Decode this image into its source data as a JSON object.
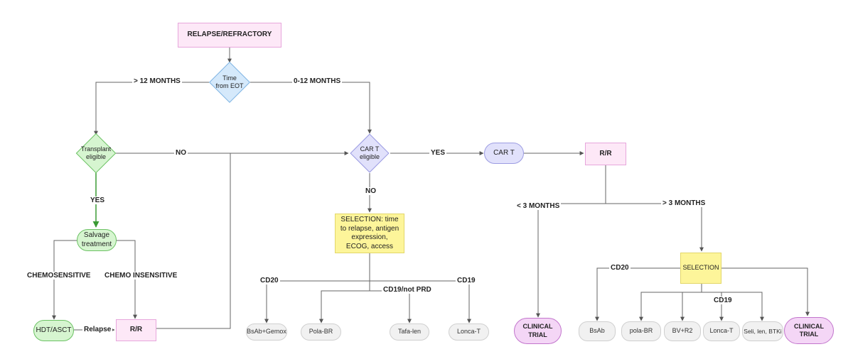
{
  "nodes": {
    "relapse_refractory": "RELAPSE/REFRACTORY",
    "time_from_eot": "Time\nfrom EOT",
    "transplant_eligible": "Transplant\neligible",
    "car_t_eligible": "CAR T\neligible",
    "car_t": "CAR T",
    "rr_top": "R/R",
    "selection_left": "SELECTION: time to relapse, antigen expression, ECOG, access",
    "salvage_treatment": "Salvage\ntreatment",
    "hdt_asct": "HDT/ASCT",
    "rr_bottom": "R/R",
    "bsab_gemox": "BsAb+Gemox",
    "pola_br_left": "Pola-BR",
    "tafa_len": "Tafa-len",
    "lonca_t_left": "Lonca-T",
    "clinical_trial_left": "CLINICAL TRIAL",
    "selection_right": "SELECTION",
    "bsab": "BsAb",
    "pola_br_right": "pola-BR",
    "bv_r2": "BV+R2",
    "lonca_t_right": "Lonca-T",
    "seli_len_btki": "Seli, len, BTKi",
    "clinical_trial_right": "CLINICAL TRIAL"
  },
  "labels": {
    "gt_12_months": "> 12 MONTHS",
    "months_0_12": "0-12 MONTHS",
    "no_transplant": "NO",
    "yes_car_t": "YES",
    "yes_transplant": "YES",
    "no_car_t": "NO",
    "lt_3_months": "< 3 MONTHS",
    "gt_3_months": "> 3 MONTHS",
    "chemosensitive": "CHEMOSENSITIVE",
    "chemo_insensitive": "CHEMO INSENSITIVE",
    "relapse": "Relapse",
    "cd20_left": "CD20",
    "cd19_not_prd": "CD19/not PRD",
    "cd19_left": "CD19",
    "cd20_right": "CD20",
    "cd19_right": "CD19"
  }
}
